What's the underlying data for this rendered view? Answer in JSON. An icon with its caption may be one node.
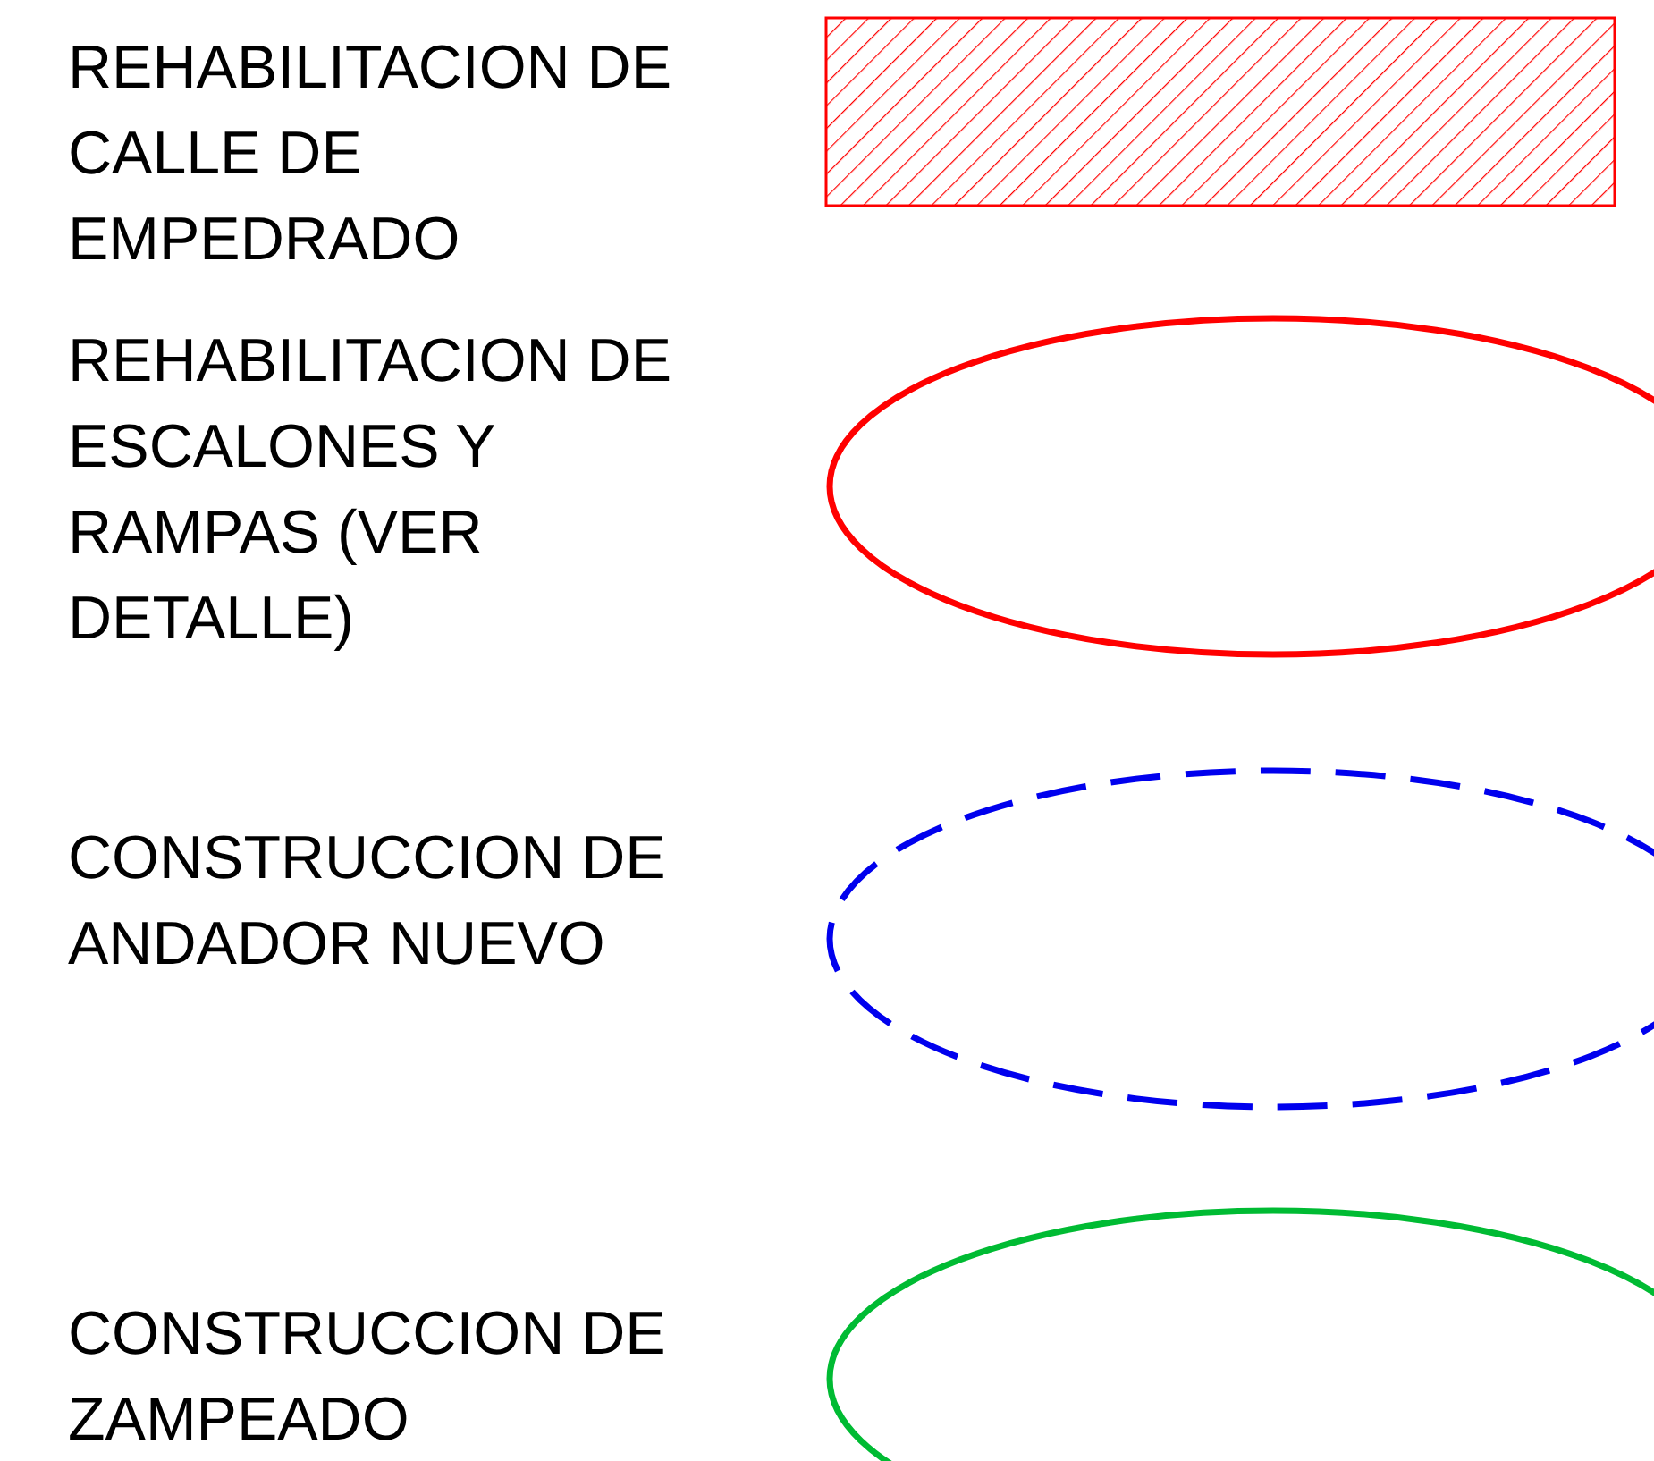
{
  "diagram": {
    "legend": [
      {
        "text": "REHABILITACION DE CALLE DE EMPEDRADO"
      },
      {
        "text": "REHABILITACION DE ESCALONES Y RAMPAS (VER DETALLE)"
      },
      {
        "text": "CONSTRUCCION DE ANDADOR NUEVO"
      },
      {
        "text": "CONSTRUCCION DE ZAMPEADO"
      }
    ]
  }
}
